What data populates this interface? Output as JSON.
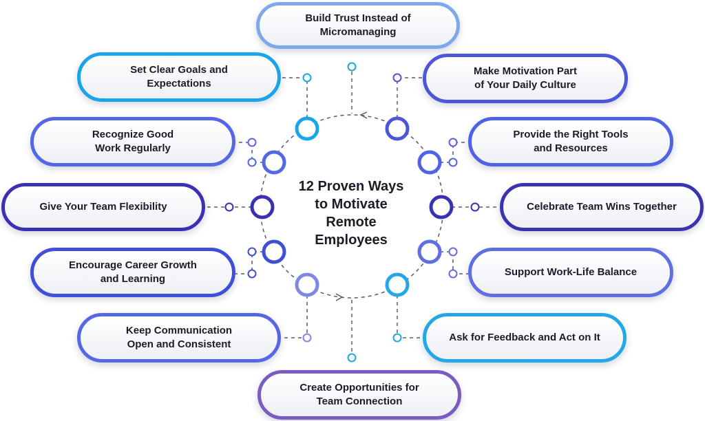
{
  "title": "12 Proven Ways\nto Motivate\nRemote\nEmployees",
  "items": [
    {
      "label": "Build Trust Instead of\nMicromanaging",
      "color": "#7fa8ec"
    },
    {
      "label": "Make Motivation Part\nof Your Daily Culture",
      "color": "#4c56d6"
    },
    {
      "label": "Provide the Right Tools\nand Resources",
      "color": "#4f63e4"
    },
    {
      "label": "Celebrate Team Wins Together",
      "color": "#3a33b0"
    },
    {
      "label": "Support Work-Life Balance",
      "color": "#5f6fe2"
    },
    {
      "label": "Ask for Feedback and Act on It",
      "color": "#23a7e6"
    },
    {
      "label": "Create Opportunities for\nTeam Connection",
      "color": "#7a5cc0"
    },
    {
      "label": "Keep Communication\nOpen and Consistent",
      "color": "#5567e4"
    },
    {
      "label": "Encourage Career Growth\nand Learning",
      "color": "#3f4fd8"
    },
    {
      "label": "Give Your Team Flexibility",
      "color": "#3a30b2"
    },
    {
      "label": "Recognize Good\nWork Regularly",
      "color": "#5468e6"
    },
    {
      "label": "Set Clear Goals and\nExpectations",
      "color": "#1aa5ea"
    }
  ]
}
